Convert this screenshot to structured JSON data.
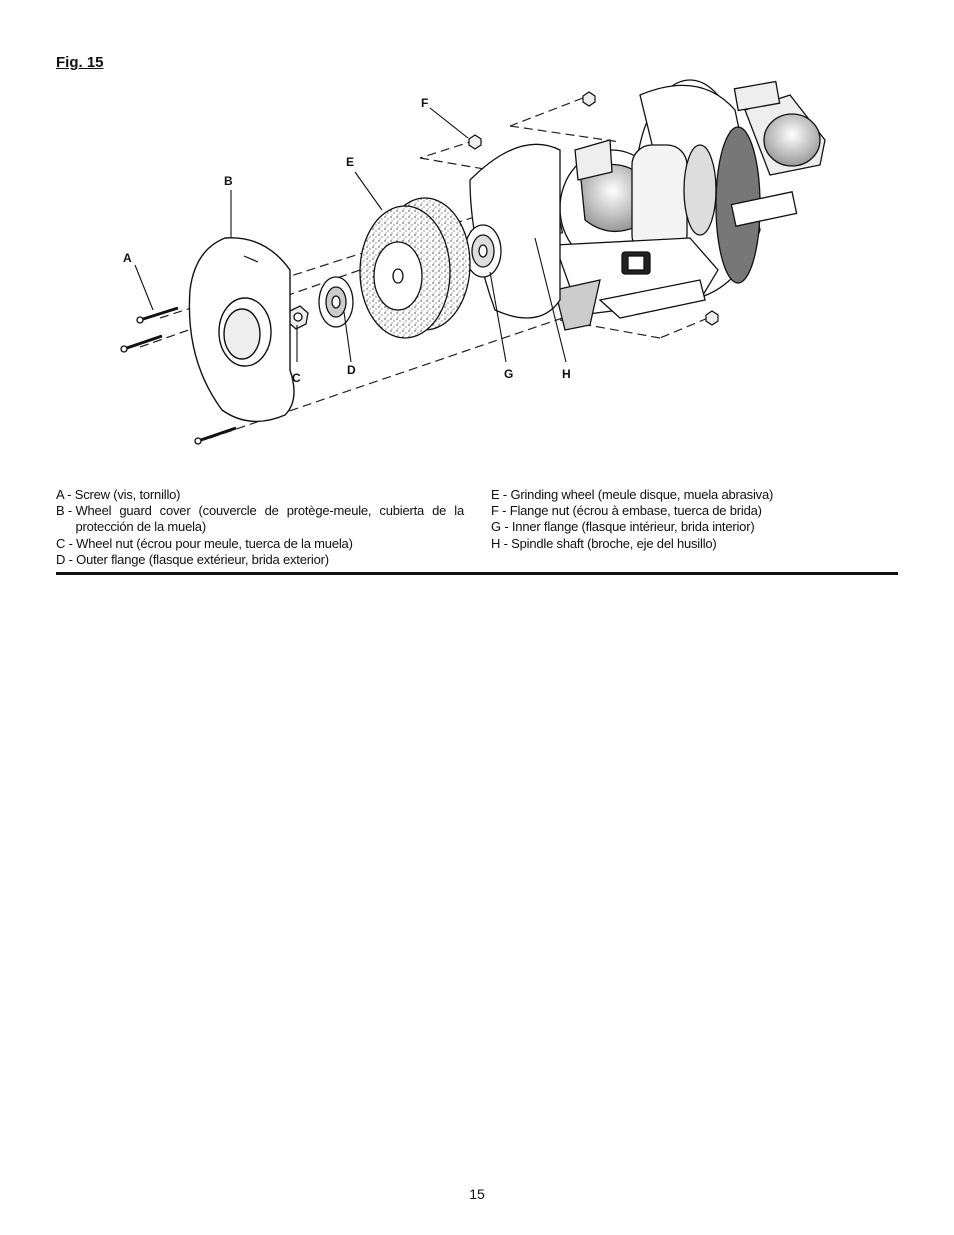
{
  "figure": {
    "title": "Fig. 15",
    "callouts": {
      "A": "A",
      "B": "B",
      "C": "C",
      "D": "D",
      "E": "E",
      "F": "F",
      "G": "G",
      "H": "H"
    }
  },
  "legend": {
    "left": [
      {
        "key": "A - ",
        "text": "Screw (vis, tornillo)"
      },
      {
        "key": "B - ",
        "text": "Wheel guard cover (couvercle de protège-meule, cubierta de la protección de la muela)"
      },
      {
        "key": "C - ",
        "text": "Wheel nut (écrou pour meule, tuerca de la muela)"
      },
      {
        "key": "D - ",
        "text": "Outer flange (flasque extérieur, brida exterior)"
      }
    ],
    "right": [
      {
        "key": "E - ",
        "text": "Grinding wheel (meule disque, muela abrasiva)"
      },
      {
        "key": "F - ",
        "text": "Flange nut (écrou à embase, tuerca de brida)"
      },
      {
        "key": "G - ",
        "text": "Inner flange (flasque intérieur, brida interior)"
      },
      {
        "key": "H - ",
        "text": "Spindle shaft (broche, eje del husillo)"
      }
    ]
  },
  "page_number": "15"
}
